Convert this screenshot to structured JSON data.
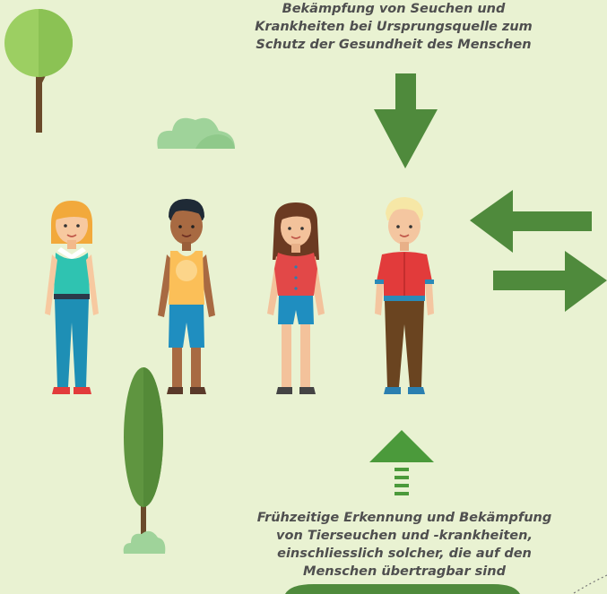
{
  "captions": {
    "top": [
      "Bekämpfung von Seuchen und",
      "Krankheiten bei Ursprungsquelle zum",
      "Schutz der Gesundheit des Menschen"
    ],
    "bottom": [
      "Frühzeitige Erkennung und Bekämpfung",
      "von Tierseuchen und -krankheiten,",
      "einschliesslich solcher, die auf den",
      "Menschen übertragbar sind"
    ]
  },
  "colors": {
    "background": "#e9f2d2",
    "arrow": "#4f8a3c",
    "arrow_up": "#4b9a3b",
    "tree_light": "#9ccf62",
    "tree_dark": "#5f9540",
    "trunk": "#6a4a2a",
    "bush": "#9fd39a",
    "text": "#4f4f4f"
  },
  "people": [
    {
      "name": "woman-blonde"
    },
    {
      "name": "man-dark-skin"
    },
    {
      "name": "woman-brunette"
    },
    {
      "name": "man-blond"
    }
  ]
}
